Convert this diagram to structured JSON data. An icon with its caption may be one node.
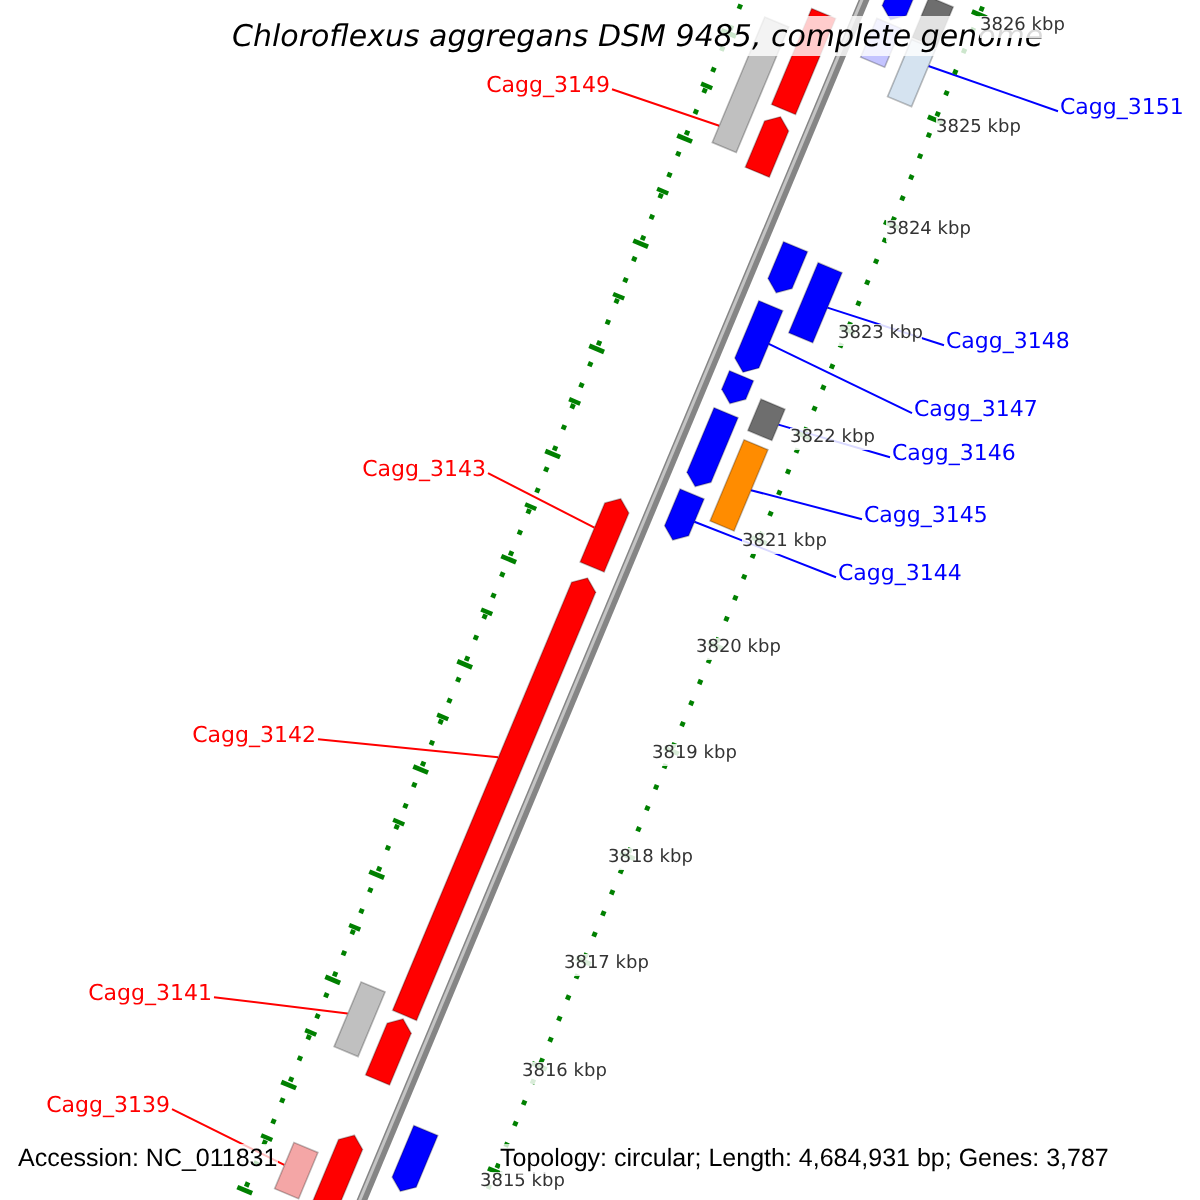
{
  "diagram": {
    "title": "Chloroflexus aggregans DSM 9485, complete genome",
    "nodes": [
      {
        "text": [
          "Cagg_3149"
        ]
      },
      {
        "text": [
          "Cagg_3151"
        ]
      },
      {
        "text": [
          "Cagg_3148"
        ]
      },
      {
        "text": [
          "Cagg_3147"
        ]
      },
      {
        "text": [
          "Cagg_3146"
        ]
      },
      {
        "text": [
          "Cagg_3143"
        ]
      },
      {
        "text": [
          "Cagg_3145"
        ]
      },
      {
        "text": [
          "Cagg_3144"
        ]
      },
      {
        "text": [
          "Cagg_3142"
        ]
      },
      {
        "text": [
          "Cagg_3141"
        ]
      },
      {
        "text": [
          "Cagg_3139"
        ]
      },
      {
        "text": [],
        "shape": "bar"
      },
      {
        "text": [],
        "shape": "bar"
      },
      {
        "text": [],
        "shape": "bar"
      },
      {
        "text": [],
        "shape": "bar"
      },
      {
        "text": [],
        "shape": "bar"
      },
      {
        "text": [],
        "shape": "bar"
      },
      {
        "text": [],
        "shape": "bar"
      },
      {
        "text": [],
        "shape": "bar"
      },
      {
        "text": [],
        "shape": "bar"
      },
      {
        "text": [],
        "shape": "bar"
      },
      {
        "text": [],
        "shape": "bar"
      },
      {
        "text": [],
        "shape": "bar"
      },
      {
        "text": [],
        "shape": "bar"
      },
      {
        "text": [],
        "shape": "bar"
      },
      {
        "text": [],
        "shape": "bar"
      },
      {
        "text": [],
        "shape": "bar"
      },
      {
        "text": [],
        "shape": "bar"
      },
      {
        "text": [],
        "shape": "bar"
      },
      {
        "text": [],
        "shape": "bar"
      },
      {
        "text": [],
        "shape": "bar"
      },
      {
        "text": [],
        "shape": "bar"
      },
      {
        "text": [],
        "shape": "bar"
      }
    ],
    "edges": [
      {
        "from": 0,
        "to": 16,
        "arrow": "none",
        "color": "#ff0000"
      },
      {
        "from": 1,
        "to": 14,
        "arrow": "none"
      },
      {
        "from": 2,
        "to": 19,
        "arrow": "none"
      },
      {
        "from": 3,
        "to": 20,
        "arrow": "none"
      },
      {
        "from": 4,
        "to": 22,
        "arrow": "none"
      },
      {
        "from": 5,
        "to": 26,
        "arrow": "none",
        "color": "#ff0000"
      },
      {
        "from": 6,
        "to": 24,
        "arrow": "none"
      },
      {
        "from": 7,
        "to": 25,
        "arrow": "none"
      },
      {
        "from": 8,
        "to": 27,
        "arrow": "none",
        "color": "#ff0000"
      },
      {
        "from": 9,
        "to": 28,
        "arrow": "none",
        "color": "#ff0000"
      },
      {
        "from": 10,
        "to": 32,
        "arrow": "none",
        "color": "#ff0000"
      }
    ],
    "labels": [
      "3826 kbp",
      "3825 kbp",
      "3824 kbp",
      "3823 kbp",
      "3822 kbp",
      "3821 kbp",
      "3820 kbp",
      "3819 kbp",
      "3818 kbp",
      "3817 kbp",
      "3816 kbp",
      "3815 kbp",
      "Accession: NC_011831",
      "Topology: circular; Length: 4,684,931 bp; Genes: 3,787"
    ]
  }
}
